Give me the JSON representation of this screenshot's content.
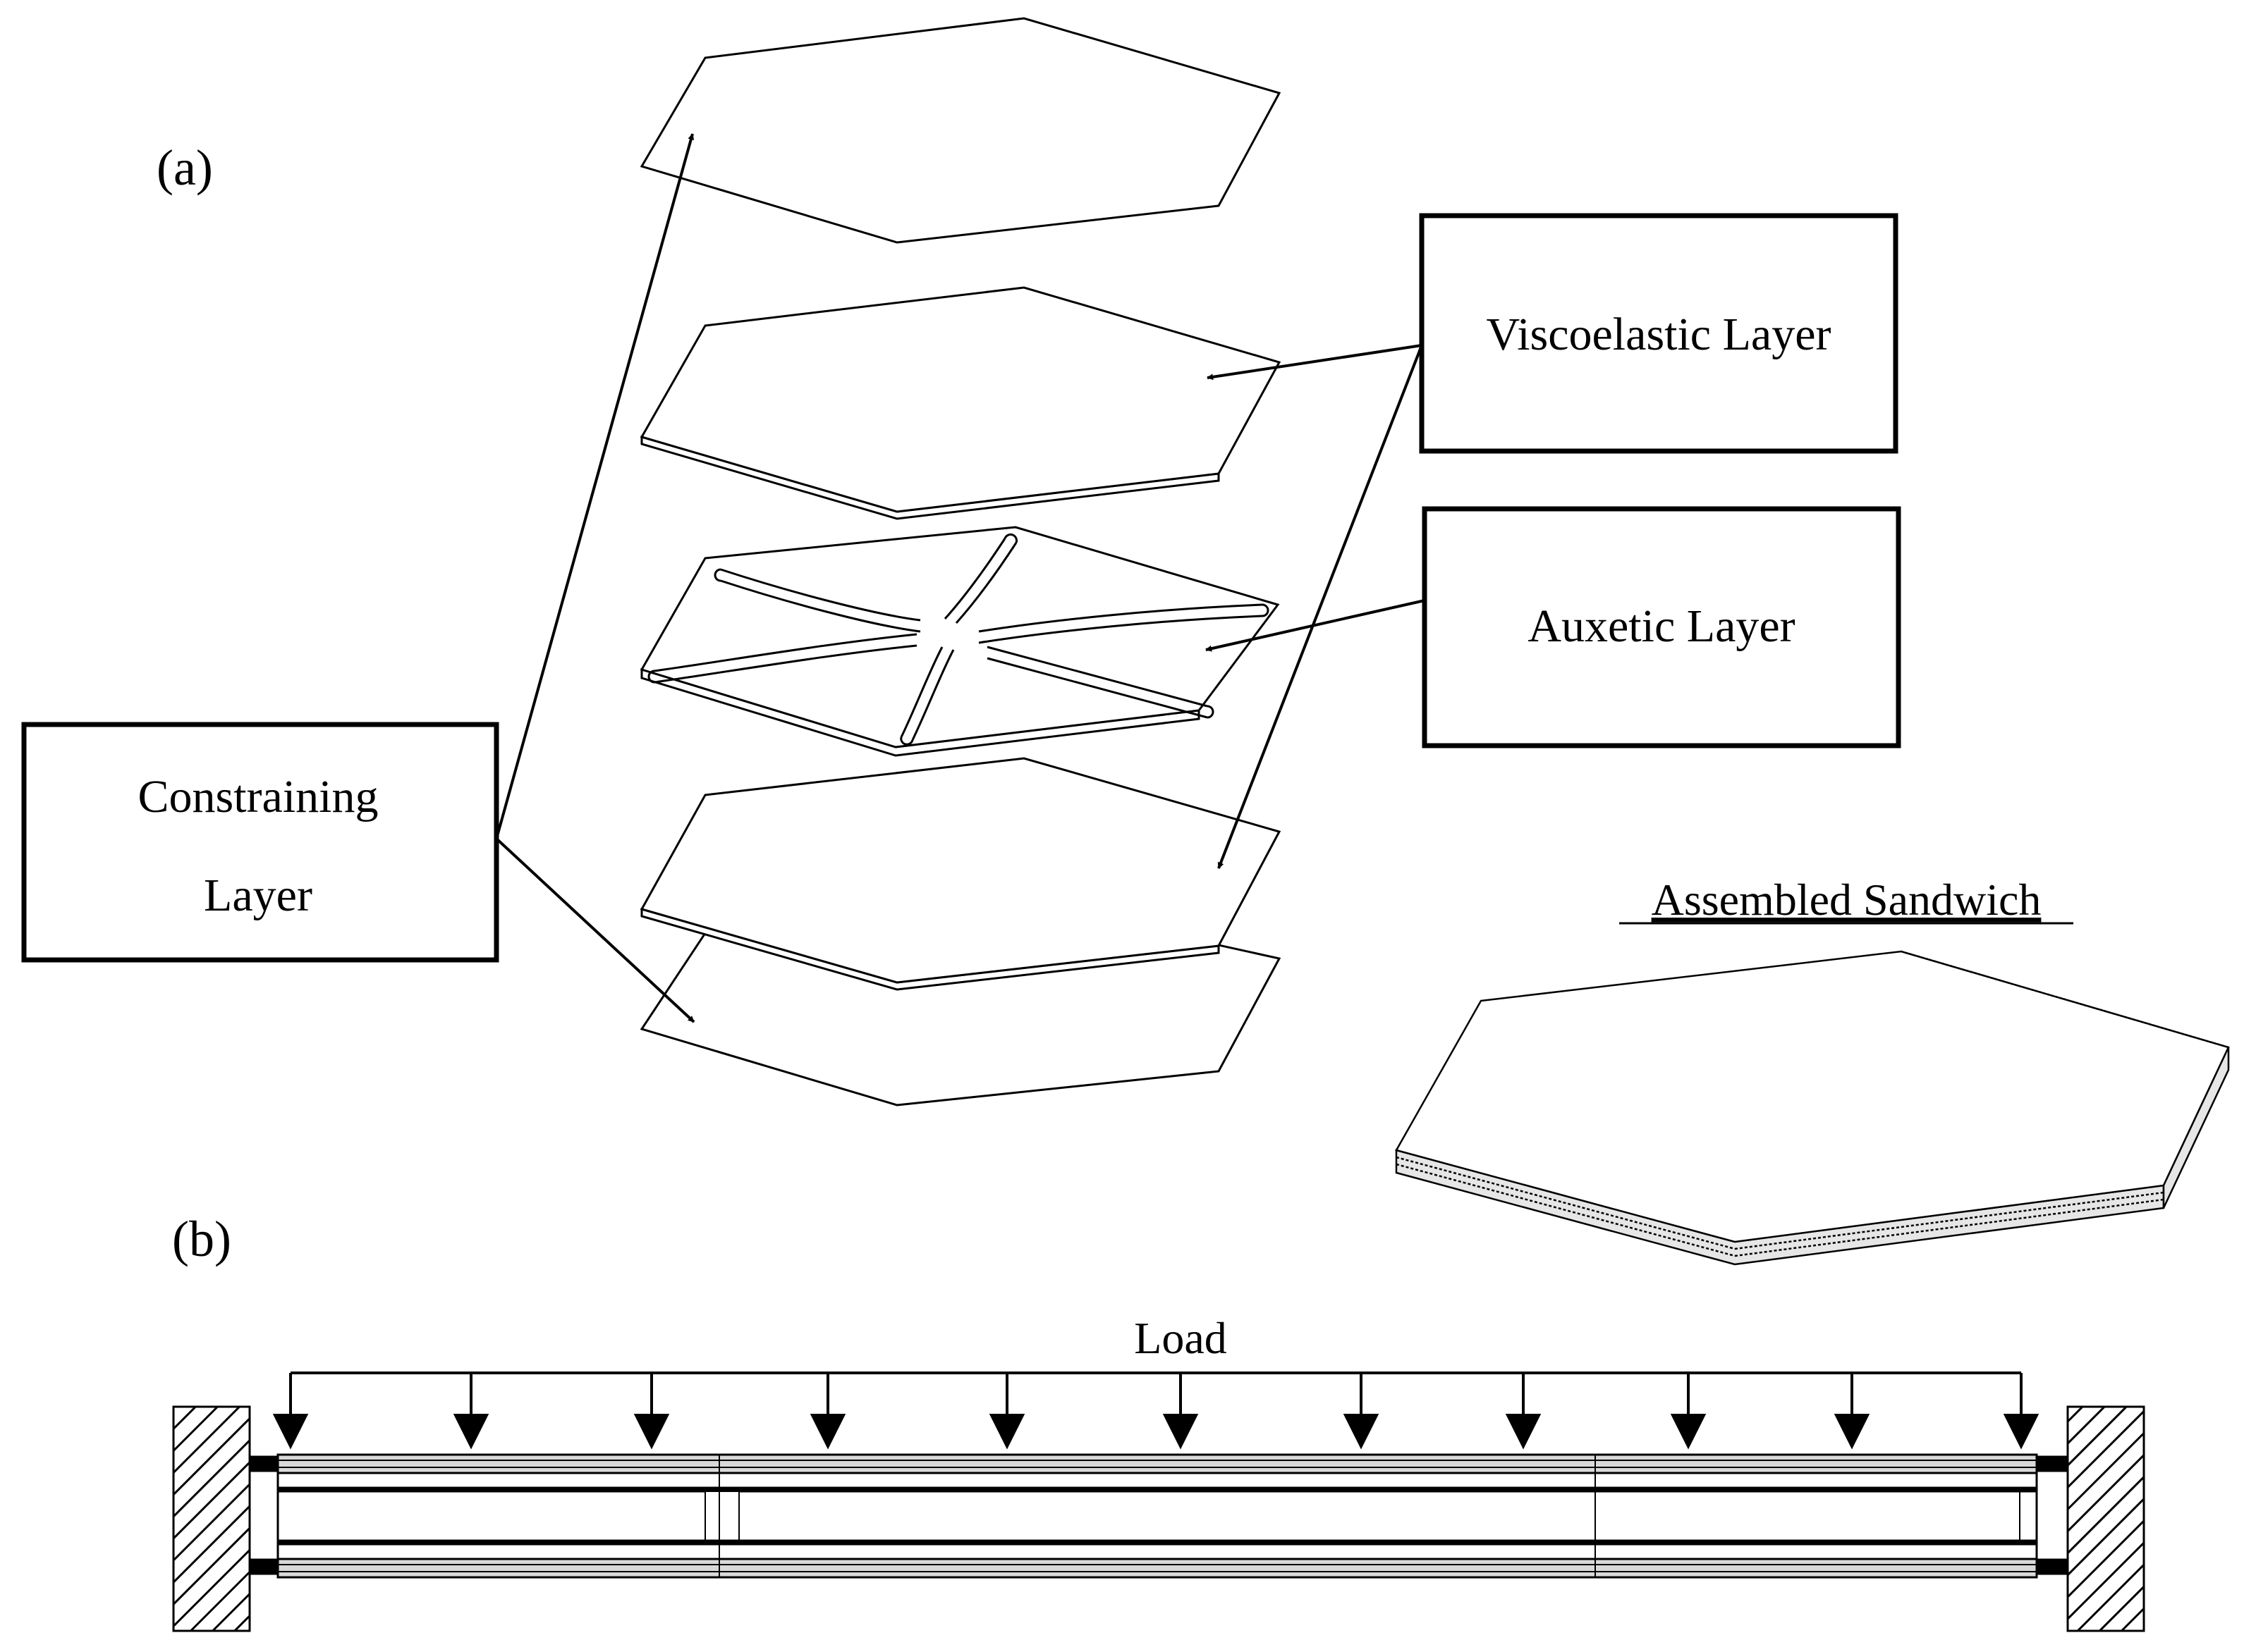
{
  "panel_labels": {
    "a": "(a)",
    "b": "(b)"
  },
  "callouts": {
    "viscoelastic": "Viscoelastic Layer",
    "auxetic": "Auxetic Layer",
    "constraining_line1": "Constraining",
    "constraining_line2": "Layer"
  },
  "assembled_title": "Assembled Sandwich",
  "load_label": "Load",
  "colors": {
    "stroke": "#000000",
    "background": "#ffffff",
    "hatch": "#000000",
    "fill_gray": "#d9d9d9"
  }
}
